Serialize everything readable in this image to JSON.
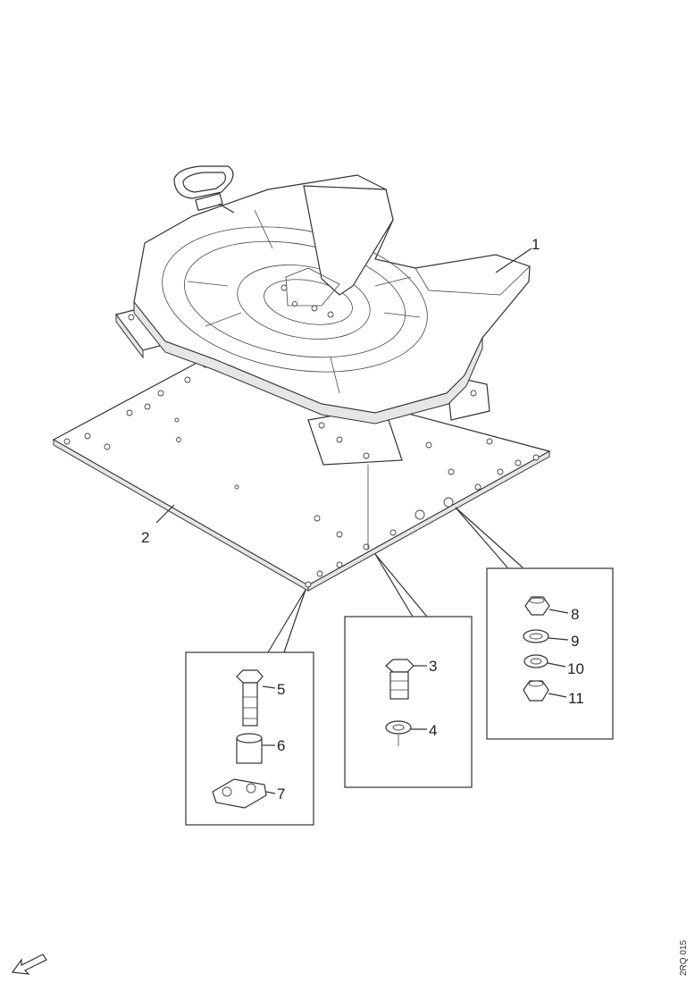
{
  "diagram": {
    "drawing_code": "2RQ 015",
    "callouts": [
      {
        "id": "1",
        "text": "1"
      },
      {
        "id": "2",
        "text": "2"
      },
      {
        "id": "3",
        "text": "3"
      },
      {
        "id": "4",
        "text": "4"
      },
      {
        "id": "5",
        "text": "5"
      },
      {
        "id": "6",
        "text": "6"
      },
      {
        "id": "7",
        "text": "7"
      },
      {
        "id": "8",
        "text": "8"
      },
      {
        "id": "9",
        "text": "9"
      },
      {
        "id": "10",
        "text": "10"
      },
      {
        "id": "11",
        "text": "11"
      }
    ],
    "icons": {
      "direction": "direction-arrow-icon"
    }
  }
}
